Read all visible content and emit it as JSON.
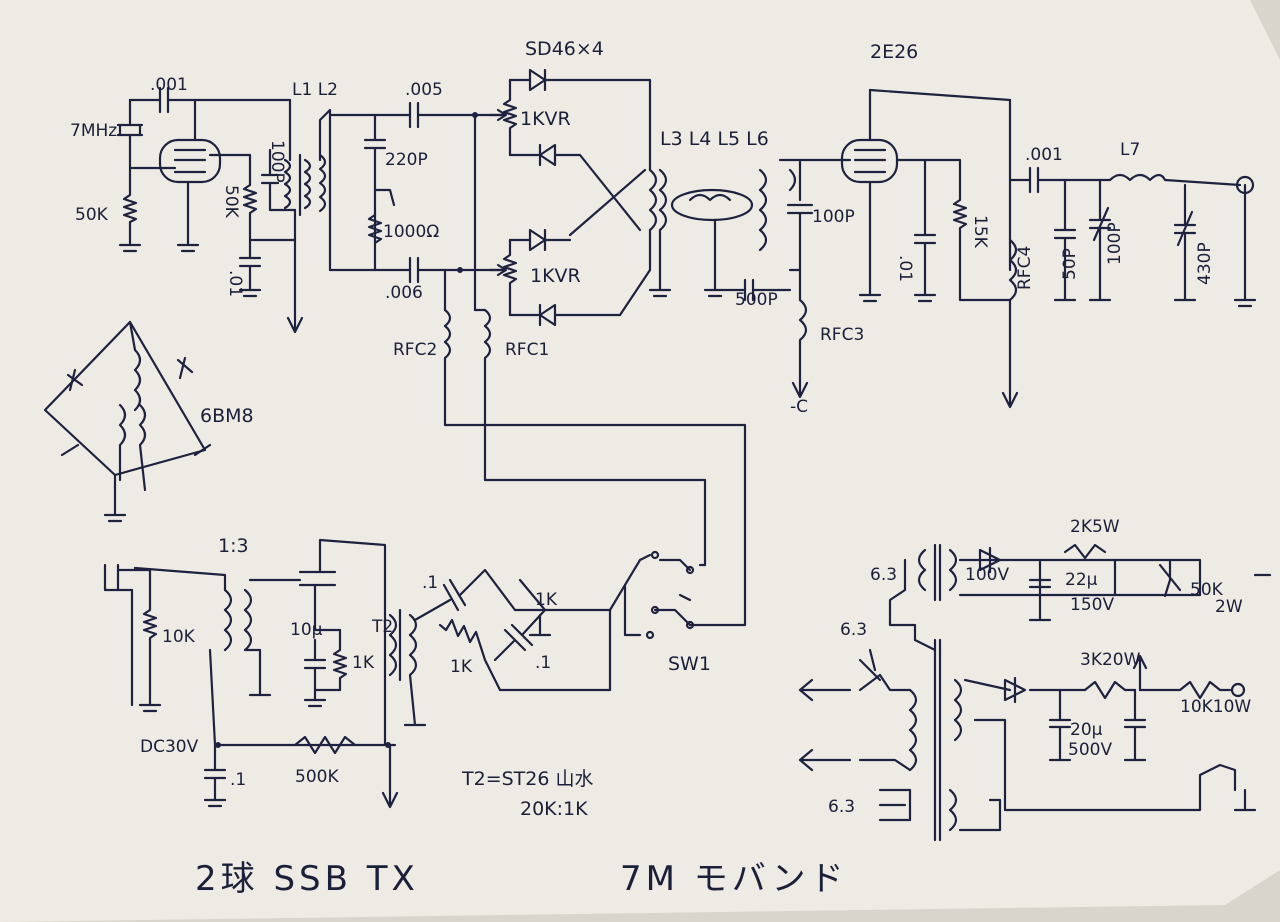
{
  "colors": {
    "paper": "#eeebe4",
    "ink": "#1e2240",
    "background": "#d9d5cc"
  },
  "title": {
    "left": "2球 SSB TX",
    "right": "7M モバンド"
  },
  "labels": {
    "diode_ref": "SD46×4",
    "tube_out": "2E26",
    "tube_ring": "6BM8",
    "crystal_freq": "7MHz",
    "c_001_a": ".001",
    "coils_l1l2": "L1 L2",
    "c_005": ".005",
    "c_220p": "220P",
    "r_1000": "1000Ω",
    "c_006": ".006",
    "vr_top": "1KVR",
    "vr_bottom": "1KVR",
    "coils_l3l6": "L3 L4 L5 L6",
    "c_100p_a": "100P",
    "c_500p": "500P",
    "rfc3": "RFC3",
    "minus_c": "-C",
    "r_50k_a": "50K",
    "r_50k_b": "50K",
    "c_100p_v": "100P",
    "c_01_a": ".01",
    "rfc2": "RFC2",
    "rfc1": "RFC1",
    "c_001_b": ".001",
    "l7": "L7",
    "r_15k": "15K",
    "c_01_b": ".01",
    "rfc4": "RFC4",
    "c_50p": "50P",
    "c_100p_b": "100P",
    "c_430p": "430P",
    "ratio": "1:3",
    "r_10k": "10K",
    "c_10u": "10μ",
    "r_1k_a": "1K",
    "t2": "T2",
    "c_1_a": ".1",
    "r_1k_b": "1K",
    "r_1k_c": "1K",
    "c_1_b": ".1",
    "sw1": "SW1",
    "dc30v": "DC30V",
    "r_500k": "500K",
    "c_1_c": ".1",
    "t2_note": "T2=ST26 山水",
    "t2_note2": "20K:1K",
    "r_2k5w": "2K5W",
    "v63_a": "6.3",
    "c_100v": "100V",
    "c_22u": "22μ",
    "c_150v": "150V",
    "r_50k_2w_a": "50K",
    "r_50k_2w_b": "2W",
    "v63_b": "6.3",
    "r_3k20w": "3K20W",
    "r_10k10w": "10K10W",
    "c_20u": "20μ",
    "c_500v": "500V",
    "v63_c": "6.3"
  }
}
